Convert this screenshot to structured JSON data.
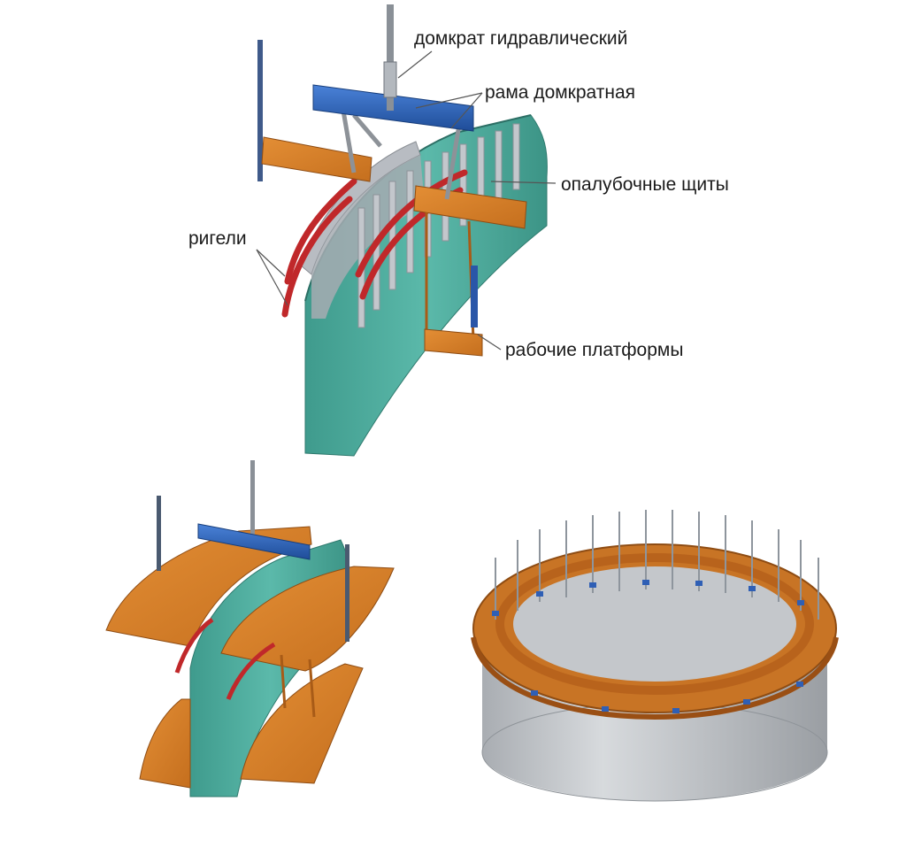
{
  "labels": {
    "jack": "домкрат гидравлический",
    "jack_frame": "рама домкратная",
    "formwork_panels": "опалубочные щиты",
    "walers": "ригели",
    "work_platforms": "рабочие платформы"
  },
  "colors": {
    "concrete_wall": "#4aa99a",
    "concrete_wall_dark": "#33877a",
    "steel_blue": "#2f63b8",
    "timber": "#d9822b",
    "timber_dark": "#a85b17",
    "waler_red": "#c0282a",
    "panel_grey": "#b8bcc2",
    "rod_grey": "#6f757c",
    "concrete_grey": "#c4c7cb"
  }
}
